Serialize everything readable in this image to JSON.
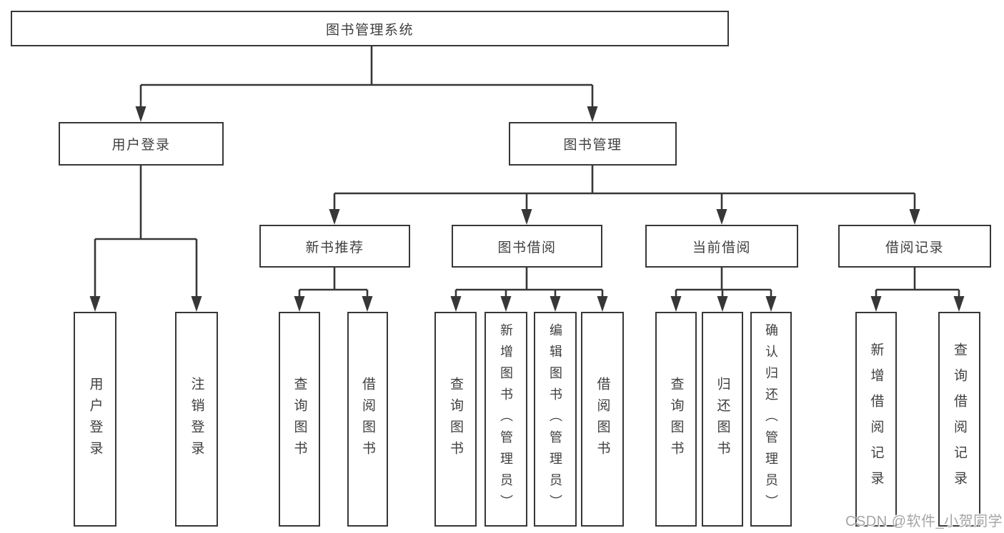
{
  "diagram": {
    "type": "tree",
    "line_color": "#373737",
    "box_border_color": "#373737",
    "box_fill_color": "#ffffff",
    "text_color": "#3f3f3f",
    "watermark": "CSDN @软件_小贺同学",
    "watermark_color": "#a5a5a5",
    "tree": {
      "label": "图书管理系统",
      "children": [
        {
          "label": "用户登录",
          "children": [
            {
              "label": "用户登录"
            },
            {
              "label": "注销登录"
            }
          ]
        },
        {
          "label": "图书管理",
          "children": [
            {
              "label": "新书推荐",
              "children": [
                {
                  "label": "查询图书"
                },
                {
                  "label": "借阅图书"
                }
              ]
            },
            {
              "label": "图书借阅",
              "children": [
                {
                  "label": "查询图书"
                },
                {
                  "label": "新增图书（管理员）"
                },
                {
                  "label": "编辑图书（管理员）"
                },
                {
                  "label": "借阅图书"
                }
              ]
            },
            {
              "label": "当前借阅",
              "children": [
                {
                  "label": "查询图书"
                },
                {
                  "label": "归还图书"
                },
                {
                  "label": "确认归还（管理员）"
                }
              ]
            },
            {
              "label": "借阅记录",
              "children": [
                {
                  "label": "新增借阅记录"
                },
                {
                  "label": "查询借阅记录"
                }
              ]
            }
          ]
        }
      ]
    }
  }
}
